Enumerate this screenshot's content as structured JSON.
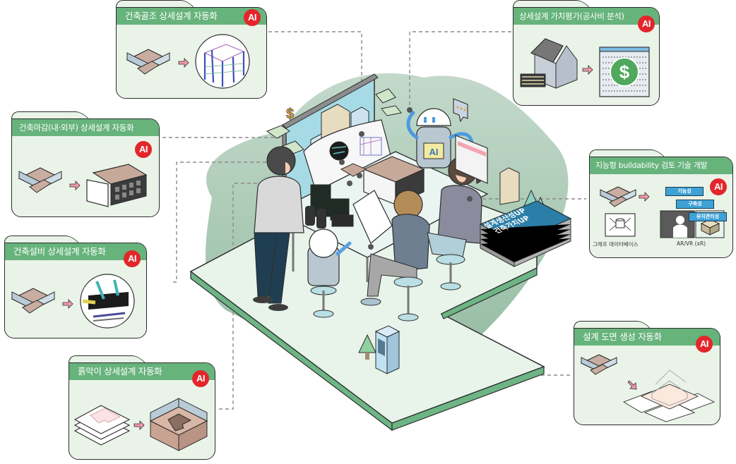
{
  "panels": {
    "structure": {
      "title": "건축골조 상세설계 자동화",
      "badge": "AI"
    },
    "finish": {
      "title": "건축마감(내·외부) 상세설계 자동화",
      "badge": "AI"
    },
    "mep": {
      "title": "건축설비 상세설계 자동화",
      "badge": "AI"
    },
    "retaining": {
      "title": "흙막이 상세설계 자동화",
      "badge": "AI"
    },
    "value": {
      "title": "상세설계 가치평가(공사비 분석)",
      "badge": "AI",
      "currency_symbol": "$"
    },
    "buildability": {
      "title": "지능형 buildability 검토 기술 개발",
      "badge": "AI",
      "criteria": [
        "기능성",
        "구축성",
        "유지관리성"
      ],
      "captions": {
        "graph_db": "그래프 데이터베이스",
        "xr": "AR/VR (xR)"
      }
    },
    "drawing": {
      "title": "설계 도면 생성 자동화",
      "badge": "AI"
    }
  },
  "center": {
    "robot_label": "AI",
    "currency_symbol": "$",
    "book_lines": [
      "설계생산성UP",
      "건축가치UP"
    ]
  },
  "colors": {
    "panel_header": "#67b37c",
    "panel_body": "#e9f3e8",
    "ai_badge": "#e3262b",
    "blob": "#a9c9b3",
    "platform": "#e8f3ea",
    "platform_edge": "#6db585",
    "book": "#2b7ea8"
  }
}
